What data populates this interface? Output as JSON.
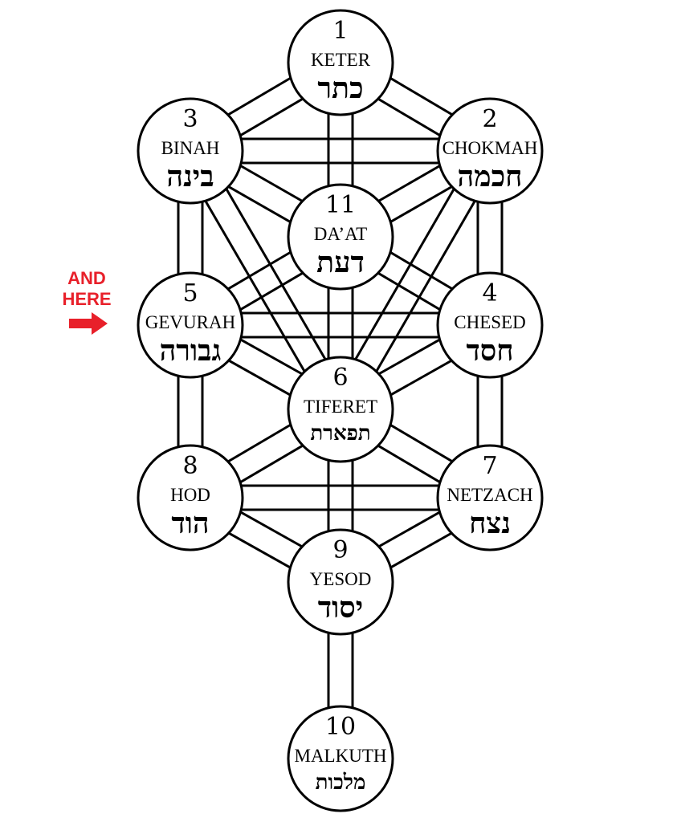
{
  "annotation": {
    "line1": "AND",
    "line2": "HERE",
    "color": "#e8202a",
    "icon": "arrow-right-icon"
  },
  "sefirot": [
    {
      "id": "1",
      "number": "1",
      "name": "KETER",
      "hebrew": "כתר"
    },
    {
      "id": "2",
      "number": "2",
      "name": "CHOKMAH",
      "hebrew": "חכמה"
    },
    {
      "id": "3",
      "number": "3",
      "name": "BINAH",
      "hebrew": "בינה"
    },
    {
      "id": "4",
      "number": "4",
      "name": "CHESED",
      "hebrew": "חסד"
    },
    {
      "id": "5",
      "number": "5",
      "name": "GEVURAH",
      "hebrew": "גבורה"
    },
    {
      "id": "6",
      "number": "6",
      "name": "TIFERET",
      "hebrew": "תפארת"
    },
    {
      "id": "7",
      "number": "7",
      "name": "NETZACH",
      "hebrew": "נצח"
    },
    {
      "id": "8",
      "number": "8",
      "name": "HOD",
      "hebrew": "הוד"
    },
    {
      "id": "9",
      "number": "9",
      "name": "YESOD",
      "hebrew": "יסוד"
    },
    {
      "id": "10",
      "number": "10",
      "name": "MALKUTH",
      "hebrew": "מלכות"
    },
    {
      "id": "11",
      "number": "11",
      "name": "DA’AT",
      "hebrew": "דעת"
    }
  ],
  "paths": [
    [
      "1",
      "2"
    ],
    [
      "1",
      "3"
    ],
    [
      "1",
      "6"
    ],
    [
      "2",
      "3"
    ],
    [
      "2",
      "4"
    ],
    [
      "3",
      "5"
    ],
    [
      "2",
      "6"
    ],
    [
      "3",
      "6"
    ],
    [
      "2",
      "11"
    ],
    [
      "3",
      "11"
    ],
    [
      "4",
      "11"
    ],
    [
      "5",
      "11"
    ],
    [
      "4",
      "5"
    ],
    [
      "4",
      "6"
    ],
    [
      "5",
      "6"
    ],
    [
      "4",
      "7"
    ],
    [
      "5",
      "8"
    ],
    [
      "6",
      "7"
    ],
    [
      "6",
      "8"
    ],
    [
      "7",
      "8"
    ],
    [
      "7",
      "9"
    ],
    [
      "8",
      "9"
    ],
    [
      "6",
      "9"
    ],
    [
      "9",
      "10"
    ]
  ]
}
